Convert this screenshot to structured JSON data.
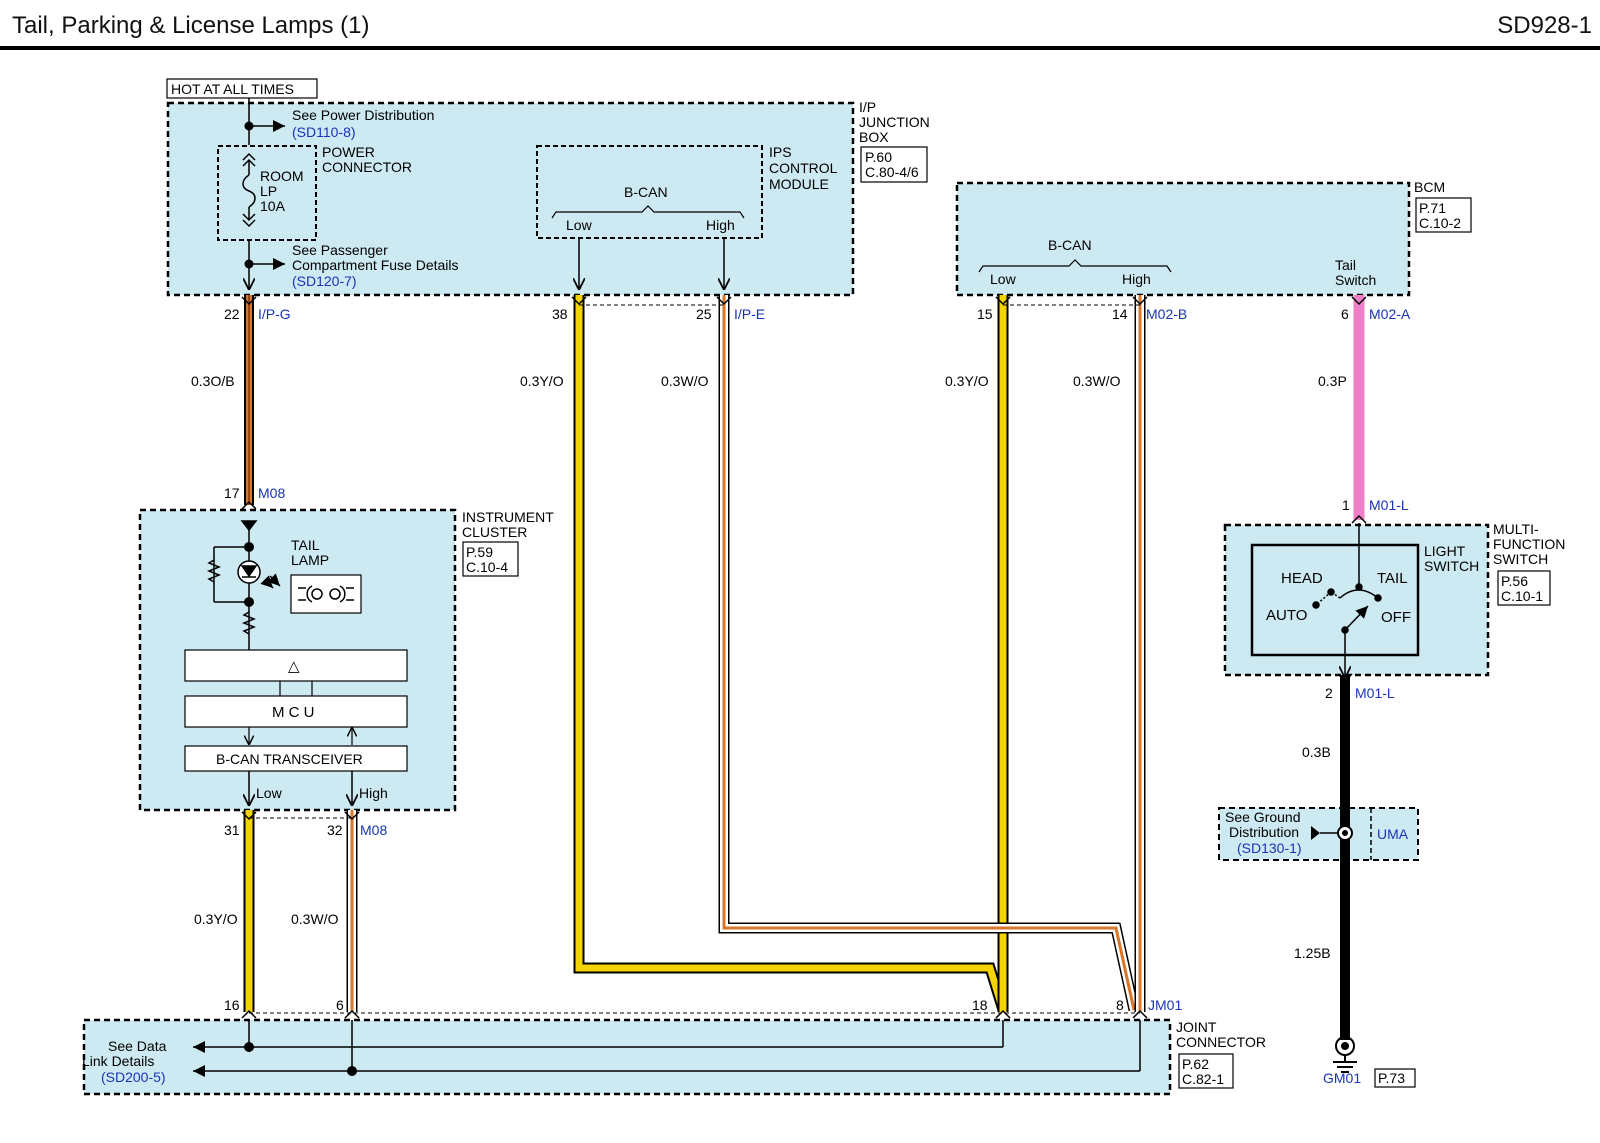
{
  "header": {
    "title": "Tail, Parking & License Lamps (1)",
    "code": "SD928-1"
  },
  "power": {
    "hot_label": "HOT AT ALL TIMES"
  },
  "ip_junction_box": {
    "name_lines": [
      "I/P",
      "JUNCTION",
      "BOX"
    ],
    "ref": [
      "P.60",
      "C.80-4/6"
    ],
    "see_power": "See Power Distribution",
    "see_power_link": "(SD110-8)",
    "power_connector": [
      "POWER",
      "CONNECTOR"
    ],
    "fuse": [
      "ROOM",
      "LP",
      "10A"
    ],
    "see_fuse": [
      "See Passenger",
      "Compartment Fuse Details"
    ],
    "see_fuse_link": "(SD120-7)",
    "ips_module": [
      "IPS",
      "CONTROL",
      "MODULE"
    ],
    "bcan": "B-CAN",
    "low": "Low",
    "high": "High"
  },
  "bcm": {
    "name": "BCM",
    "ref": [
      "P.71",
      "C.10-2"
    ],
    "bcan": "B-CAN",
    "low": "Low",
    "high": "High",
    "tail_switch": [
      "Tail",
      "Switch"
    ]
  },
  "instrument_cluster": {
    "name_lines": [
      "INSTRUMENT",
      "CLUSTER"
    ],
    "ref": [
      "P.59",
      "C.10-4"
    ],
    "tail_lamp": [
      "TAIL",
      "LAMP"
    ],
    "warning_symbol": "△",
    "mcu": "M C U",
    "transceiver": "B-CAN TRANSCEIVER",
    "low": "Low",
    "high": "High"
  },
  "multi_function_switch": {
    "name_lines": [
      "MULTI-",
      "FUNCTION",
      "SWITCH"
    ],
    "ref": [
      "P.56",
      "C.10-1"
    ],
    "light_switch": [
      "LIGHT",
      "SWITCH"
    ],
    "head": "HEAD",
    "tail": "TAIL",
    "auto": "AUTO",
    "off": "OFF"
  },
  "joint_connector": {
    "name_lines": [
      "JOINT",
      "CONNECTOR"
    ],
    "ref": [
      "P.62",
      "C.82-1"
    ],
    "see_data": [
      "See Data",
      "Link Details"
    ],
    "see_data_link": "(SD200-5)"
  },
  "ground": {
    "see": [
      "See Ground",
      "Distribution"
    ],
    "see_link": "(SD130-1)",
    "uma": "UMA",
    "gm01": "GM01",
    "ref": "P.73"
  },
  "pins": {
    "p22": "22",
    "ipg": "I/P-G",
    "p38": "38",
    "p25": "25",
    "ipe": "I/P-E",
    "p15": "15",
    "p14": "14",
    "m02b": "M02-B",
    "p6": "6",
    "m02a": "M02-A",
    "p17": "17",
    "m08a": "M08",
    "p1": "1",
    "m01l_a": "M01-L",
    "p2": "2",
    "m01l_b": "M01-L",
    "p31": "31",
    "p32": "32",
    "m08b": "M08",
    "p16": "16",
    "p6b": "6",
    "p18": "18",
    "p8": "8",
    "jm01": "JM01"
  },
  "wires": {
    "w_ob": "0.3O/B",
    "w_yo1": "0.3Y/O",
    "w_wo1": "0.3W/O",
    "w_yo2": "0.3Y/O",
    "w_wo2": "0.3W/O",
    "w_p": "0.3P",
    "w_yo3": "0.3Y/O",
    "w_wo3": "0.3W/O",
    "w_b1": "0.3B",
    "w_b2": "1.25B"
  },
  "colors": {
    "box_fill": "#cde9f1",
    "link_blue": "#1a33b8",
    "wire_yellow": "#f4d400",
    "wire_orange": "#d8762a",
    "wire_pink": "#f07ec6",
    "wire_black": "#000000"
  }
}
